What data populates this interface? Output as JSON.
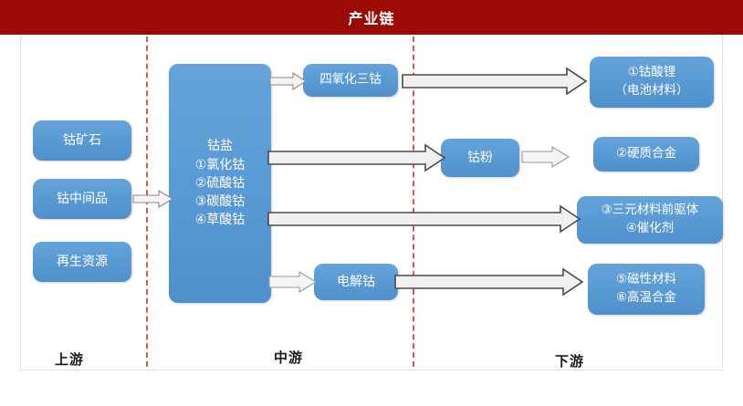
{
  "header": {
    "title": "产业链",
    "bg_color": "#9c0a06",
    "text_color": "#ffffff"
  },
  "theme": {
    "box_color": "#5b9bd5",
    "divider_color": "#d4594e",
    "arrow_fill": "#f2f2f2",
    "arrow_stroke": "#595959",
    "frame_border": "#e2e2e2"
  },
  "upstream": {
    "stage_label": "上游",
    "boxes": [
      {
        "label": "钴矿石"
      },
      {
        "label": "钴中间品"
      },
      {
        "label": "再生资源"
      }
    ]
  },
  "midstream": {
    "stage_label": "中游",
    "salt_box": {
      "title": "钴盐",
      "items": [
        "①氯化钴",
        "②硫酸钴",
        "③碳酸钴",
        "④草酸钴"
      ],
      "label": "钴盐\n①氯化钴\n②硫酸钴\n③碳酸钴\n④草酸钴"
    },
    "boxes": [
      {
        "label": "四氧化三钴"
      },
      {
        "label": "钴粉"
      },
      {
        "label": "电解钴"
      }
    ]
  },
  "downstream": {
    "stage_label": "下游",
    "boxes": [
      {
        "label": "①钴酸锂\n（电池材料）"
      },
      {
        "label": "②硬质合金"
      },
      {
        "label": "③三元材料前驱体\n④催化剂"
      },
      {
        "label": "⑤磁性材料\n⑥高温合金"
      }
    ]
  },
  "flows": [
    {
      "name": "upstream-to-salt",
      "from": "钴中间品",
      "to": "钴盐"
    },
    {
      "name": "salt-to-co3o4",
      "from": "钴盐",
      "to": "四氧化三钴"
    },
    {
      "name": "co3o4-to-lco",
      "from": "四氧化三钴",
      "to": "①钴酸锂（电池材料）"
    },
    {
      "name": "salt-to-copowder",
      "from": "钴盐",
      "to": "钴粉"
    },
    {
      "name": "copowder-to-carbide",
      "from": "钴粉",
      "to": "②硬质合金"
    },
    {
      "name": "salt-to-precursor",
      "from": "钴盐",
      "to": "③三元材料前驱体④催化剂"
    },
    {
      "name": "salt-to-electro",
      "from": "钴盐",
      "to": "电解钴"
    },
    {
      "name": "electro-to-magnetic",
      "from": "电解钴",
      "to": "⑤磁性材料⑥高温合金"
    }
  ]
}
